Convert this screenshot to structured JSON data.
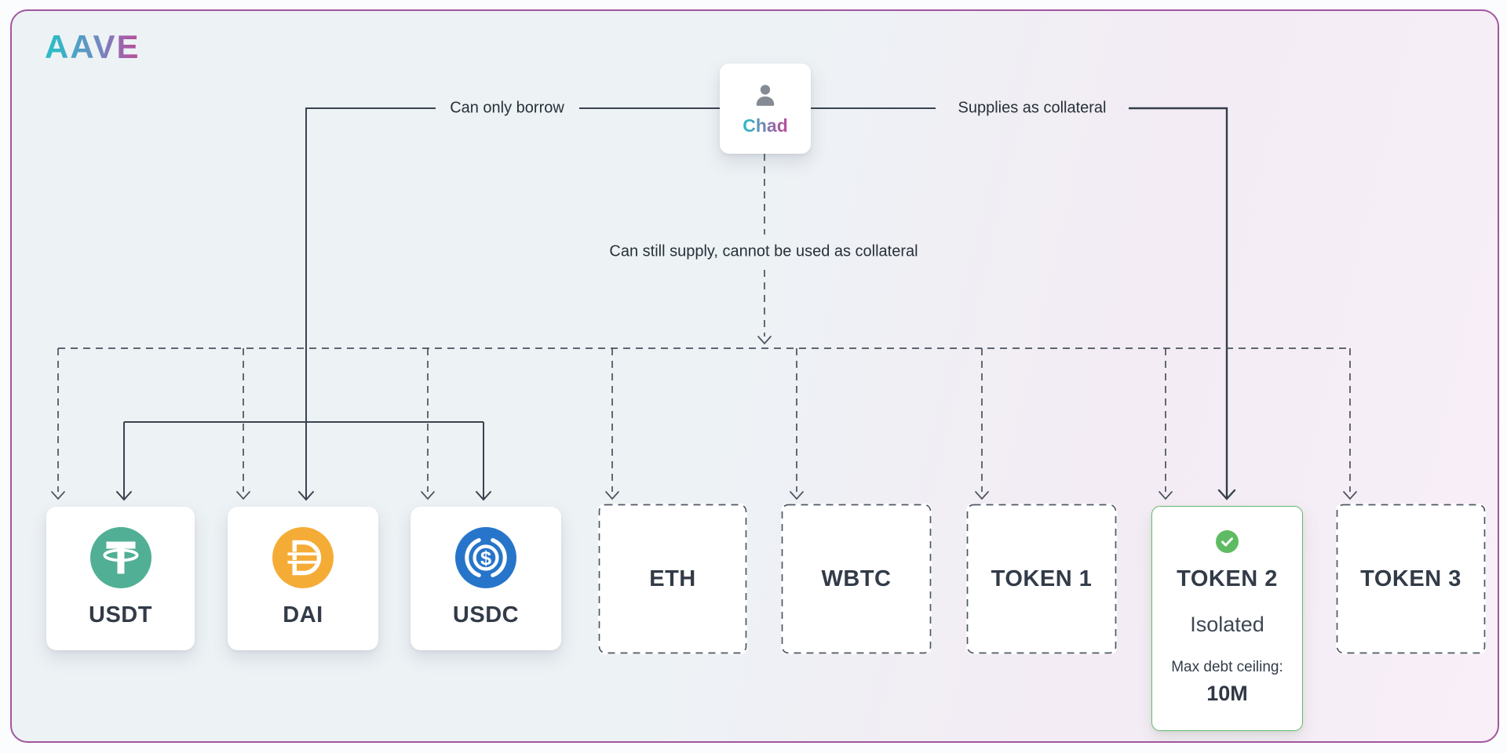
{
  "brand": {
    "logo": "AAVE"
  },
  "user": {
    "name": "Chad"
  },
  "edges": {
    "borrow_label": "Can only borrow",
    "collateral_label": "Supplies as collateral",
    "supply_label": "Can still supply, cannot be used as collateral"
  },
  "tokens": [
    {
      "symbol": "USDT",
      "icon": "usdt-icon",
      "color": "#50AF95",
      "card_style": "solid"
    },
    {
      "symbol": "DAI",
      "icon": "dai-icon",
      "color": "#F5AC37",
      "card_style": "solid"
    },
    {
      "symbol": "USDC",
      "icon": "usdc-icon",
      "color": "#2775CA",
      "card_style": "solid"
    },
    {
      "symbol": "ETH",
      "card_style": "dashed"
    },
    {
      "symbol": "WBTC",
      "card_style": "dashed"
    },
    {
      "symbol": "TOKEN 1",
      "card_style": "dashed"
    },
    {
      "symbol": "TOKEN 2",
      "icon": "check-icon",
      "card_style": "green-isolated",
      "status": "Isolated",
      "ceiling_label": "Max debt ceiling:",
      "ceiling_value": "10M"
    },
    {
      "symbol": "TOKEN 3",
      "card_style": "dashed"
    }
  ],
  "colors": {
    "frame_border": "#A156A0",
    "background_left": "#EDF2F5",
    "background_right": "#F8EFF8",
    "line_dark": "#3A434F",
    "gradient_start": "#2EBAC6",
    "gradient_end": "#B6509E",
    "isolated_green": "#63B967",
    "usdt_green": "#50AF95",
    "dai_amber": "#F5AC37",
    "usdc_blue": "#2775CA"
  }
}
